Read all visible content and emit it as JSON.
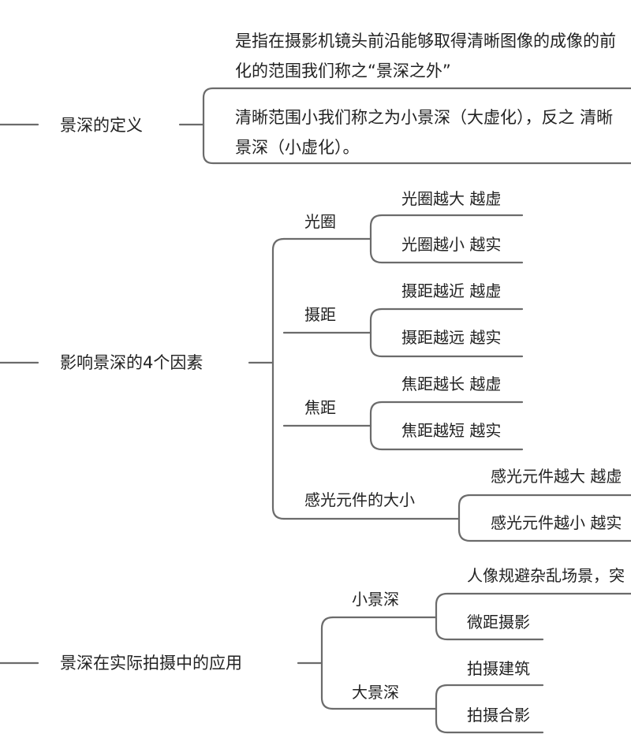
{
  "definition": {
    "label": "景深的定义",
    "line1a": "是指在摄影机镜头前沿能够取得清晰图像的成像的前",
    "line1b": "化的范围我们称之“景深之外”",
    "line2a": "清晰范围小我们称之为小景深（大虚化），反之 清晰",
    "line2b": "景深（小虚化）。"
  },
  "factors": {
    "label": "影响景深的4个因素",
    "aperture": {
      "label": "光圈",
      "big": "光圈越大  越虚",
      "small": "光圈越小  越实"
    },
    "distance": {
      "label": "摄距",
      "near": "摄距越近 越虚",
      "far": "摄距越远 越实"
    },
    "focal": {
      "label": "焦距",
      "long": "焦距越长  越虚",
      "short": "焦距越短  越实"
    },
    "sensor": {
      "label": "感光元件的大小",
      "big": "感光元件越大  越虚",
      "small": "感光元件越小  越实"
    }
  },
  "application": {
    "label": "景深在实际拍摄中的应用",
    "shallow": {
      "label": "小景深",
      "item1": "人像规避杂乱场景，突",
      "item2": "微距摄影"
    },
    "deep": {
      "label": "大景深",
      "item1": "拍摄建筑",
      "item2": "拍摄合影"
    }
  }
}
